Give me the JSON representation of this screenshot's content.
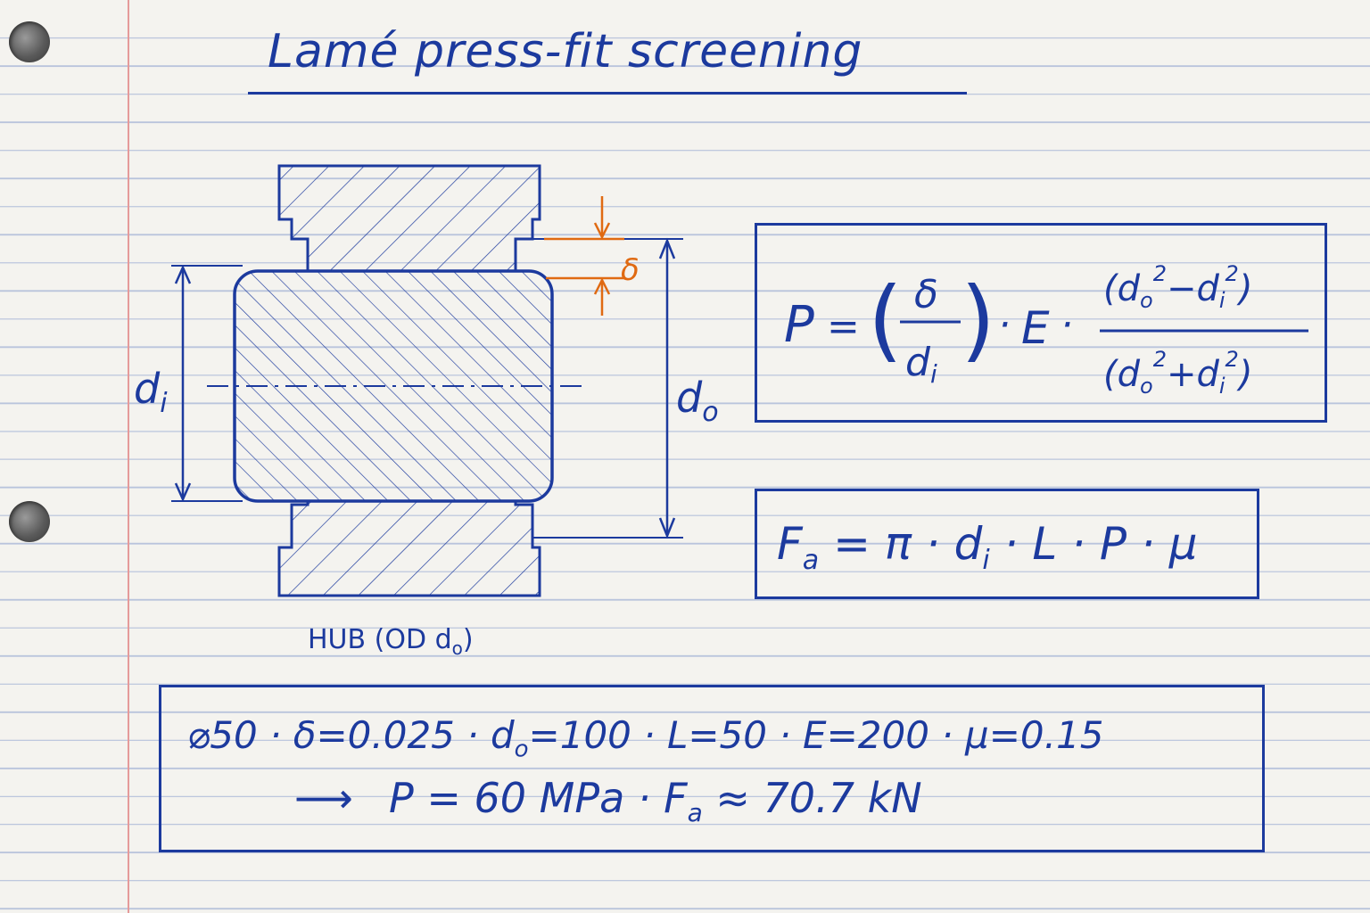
{
  "title": "Lamé press-fit screening",
  "labels": {
    "di_main": "d",
    "di_sub": "i",
    "do_main": "d",
    "do_sub": "o",
    "delta": "δ",
    "hub_label_text": "HUB (OD d",
    "hub_label_sub": "o",
    "hub_label_close": ")"
  },
  "formula_pressure": {
    "lhs": "P",
    "eq": "=",
    "delta": "δ",
    "d": "d",
    "i": "i",
    "o": "o",
    "two": "2",
    "dot": "·",
    "E": "E",
    "minus": "−",
    "plus": "+",
    "lparen": "(",
    "rparen": ")"
  },
  "formula_force": {
    "F": "F",
    "a": "a",
    "rhs": "= π · d",
    "i": "i",
    "tail": " · L · P · μ"
  },
  "parameters_line": "⌀50 · δ=0.025 · d",
  "parameters_sub": "o",
  "parameters_tail": "=100 · L=50 · E=200 · μ=0.15",
  "result_arrow": "⟶",
  "result_p": "P = 60 MPa  ·  F",
  "result_sub": "a",
  "result_tail": " ≈ 70.7 kN",
  "colors": {
    "ink": "#1c3a9e",
    "delta_accent": "#e06a12",
    "paper": "#f4f3ef",
    "rule": "#b9c4dc",
    "margin": "#e59a9a"
  }
}
